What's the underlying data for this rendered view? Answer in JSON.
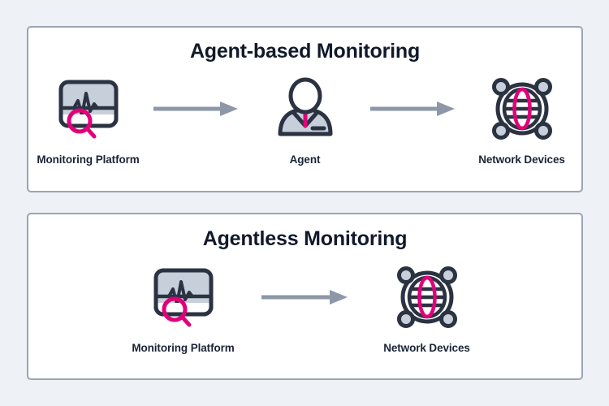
{
  "theme": {
    "page_background": "#eef1f6",
    "panel_background": "#ffffff",
    "panel_border": "#9aa4b2",
    "title_color": "#12192b",
    "label_color": "#1b2436",
    "icon_outline": "#2b3342",
    "icon_fill": "#c7cfdb",
    "accent_magenta": "#e2007a",
    "arrow_color": "#8d97a8"
  },
  "panels": [
    {
      "id": "agent-based",
      "title": "Agent-based Monitoring",
      "nodes": [
        {
          "label": "Monitoring Platform",
          "icon": "monitoring-platform-icon"
        },
        {
          "label": "Agent",
          "icon": "agent-person-icon"
        },
        {
          "label": "Network Devices",
          "icon": "network-devices-globe-icon"
        }
      ],
      "arrows": [
        {
          "name": "arrow-platform-to-agent",
          "direction": "right"
        },
        {
          "name": "arrow-agent-to-devices",
          "direction": "right"
        }
      ]
    },
    {
      "id": "agentless",
      "title": "Agentless Monitoring",
      "nodes": [
        {
          "label": "Monitoring Platform",
          "icon": "monitoring-platform-icon"
        },
        {
          "label": "Network Devices",
          "icon": "network-devices-globe-icon"
        }
      ],
      "arrows": [
        {
          "name": "arrow-platform-to-devices",
          "direction": "right"
        }
      ]
    }
  ]
}
